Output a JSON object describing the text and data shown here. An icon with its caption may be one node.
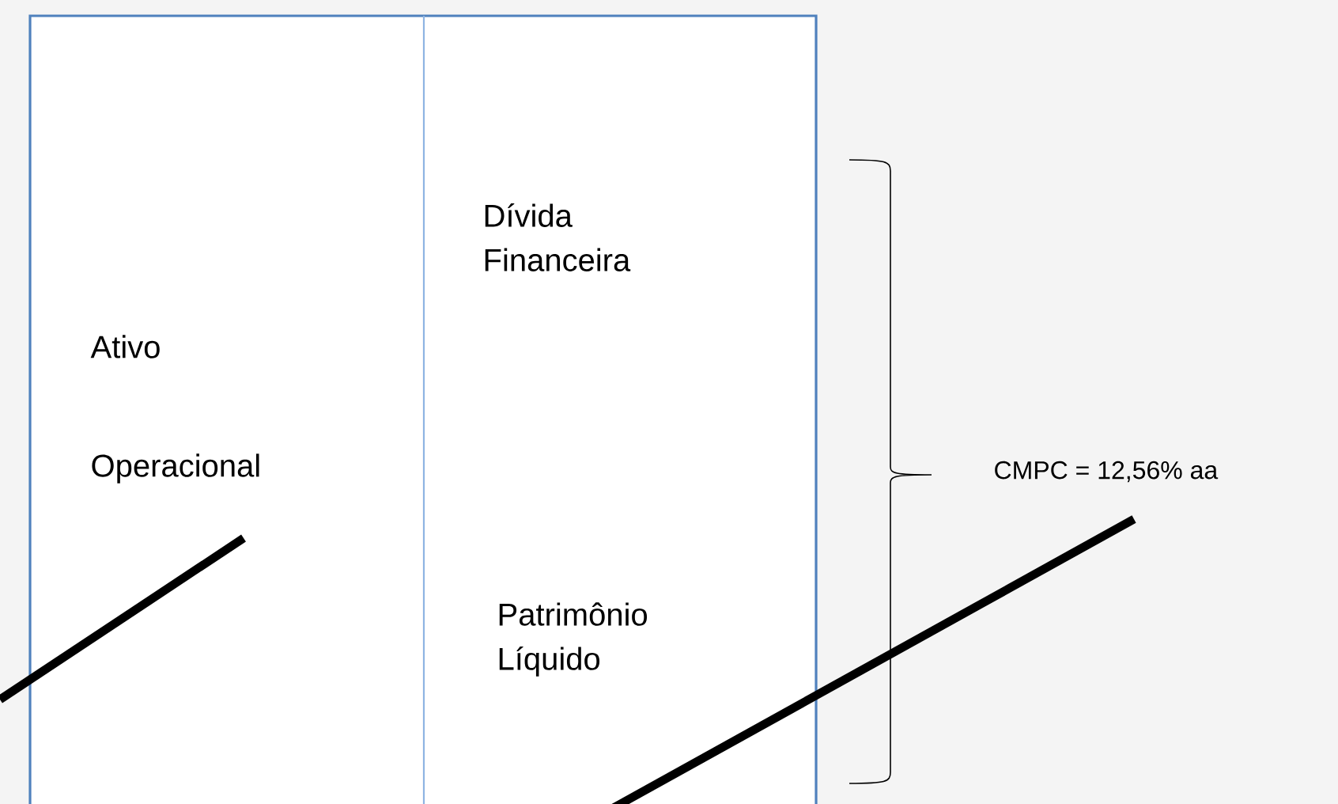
{
  "diagram": {
    "nodes": [
      {
        "text": [
          "Ativo",
          "Operacional"
        ]
      },
      {
        "text": [
          "Dívida Financeira",
          "Patrimônio Líquido"
        ]
      }
    ],
    "labels": [
      "CMPC = 12,56% aa"
    ]
  }
}
